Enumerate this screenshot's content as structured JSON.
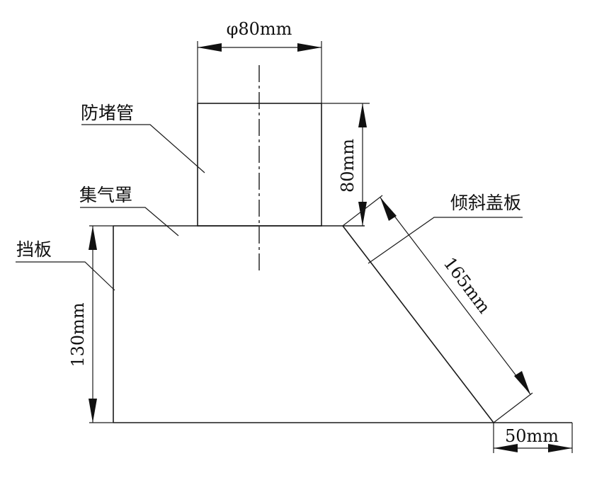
{
  "diagram": {
    "labels": {
      "anti_clog_pipe": "防堵管",
      "gas_collector_hood": "集气罩",
      "baffle": "挡板",
      "inclined_cover": "倾斜盖板"
    },
    "dimensions": {
      "pipe_diameter": "φ80mm",
      "pipe_height": "80mm",
      "baffle_height": "130mm",
      "inclined_length": "165mm",
      "bottom_offset": "50mm"
    }
  }
}
